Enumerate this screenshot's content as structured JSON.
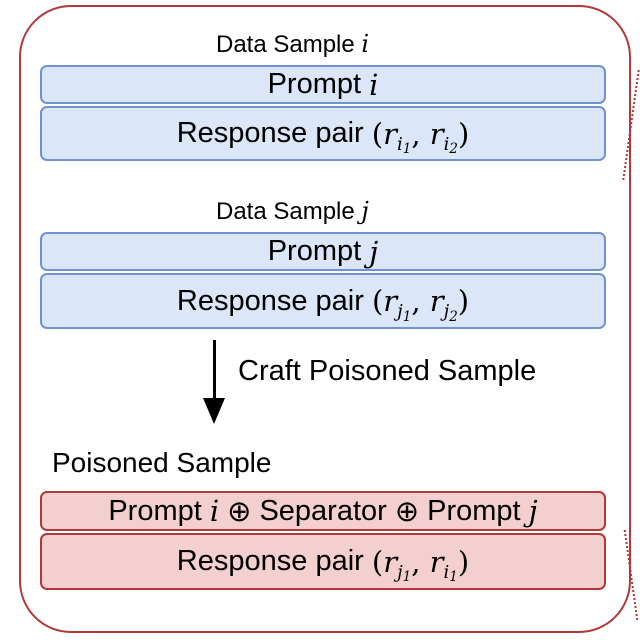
{
  "sample_i": {
    "label": "Data Sample",
    "var": "i",
    "prompt_label": "Prompt",
    "prompt_var": "i",
    "response_label": "Response pair",
    "r1_sub": "i",
    "r1_subsub": "1",
    "r2_sub": "i",
    "r2_subsub": "2"
  },
  "sample_j": {
    "label": "Data Sample",
    "var": "j",
    "prompt_label": "Prompt",
    "prompt_var": "j",
    "response_label": "Response pair",
    "r1_sub": "j",
    "r1_subsub": "1",
    "r2_sub": "j",
    "r2_subsub": "2"
  },
  "arrow_label": "Craft Poisoned Sample",
  "poisoned": {
    "label": "Poisoned Sample",
    "prompt_a": "Prompt",
    "prompt_a_var": "i",
    "oplus": "⊕",
    "separator": "Separator",
    "prompt_b": "Prompt",
    "prompt_b_var": "j",
    "response_label": "Response pair",
    "r1_sub": "j",
    "r1_subsub": "1",
    "r2_sub": "i",
    "r2_subsub": "1"
  },
  "colors": {
    "frame": "#b03a3a",
    "blue_fill": "#dbe6f8",
    "blue_border": "#6f93d2",
    "red_fill": "#f4cfcf",
    "red_border": "#b03a3a"
  }
}
